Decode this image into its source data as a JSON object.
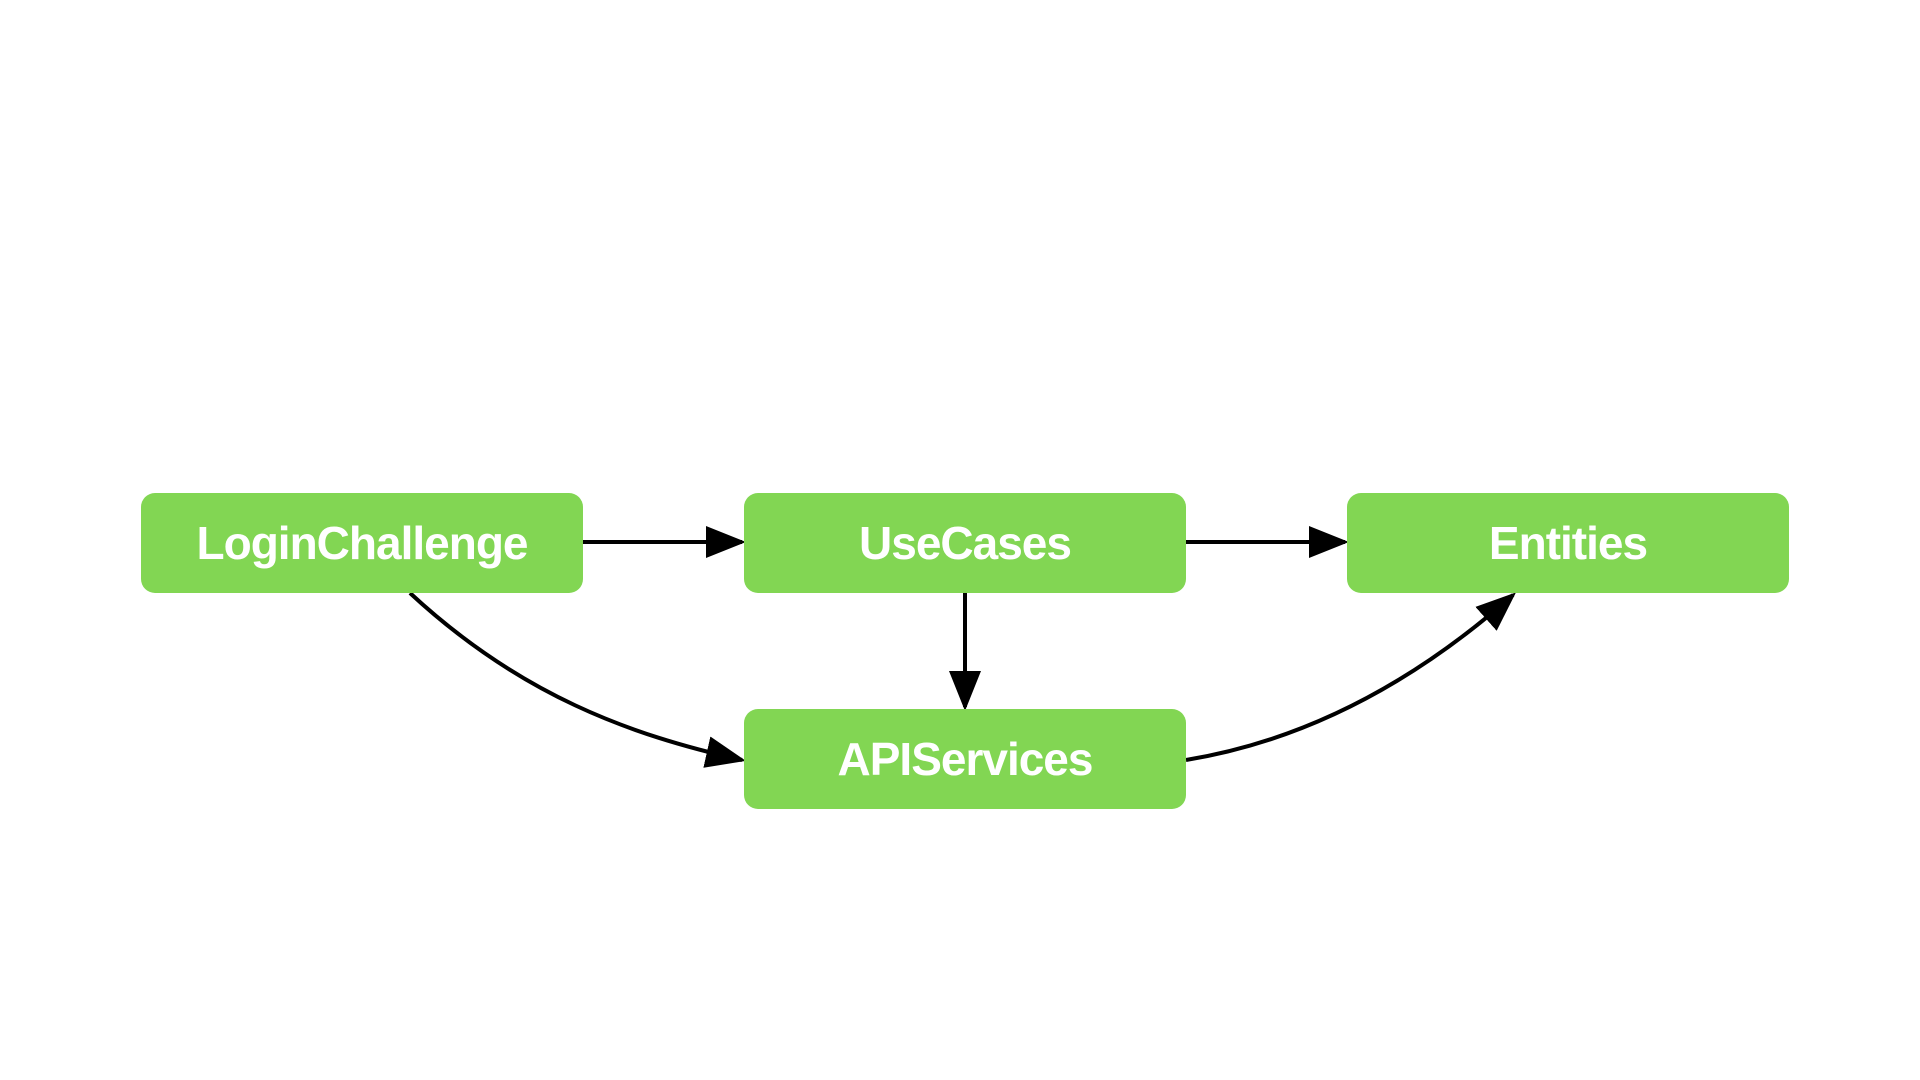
{
  "diagram": {
    "node_color": "#82d653",
    "edge_color": "#000000",
    "nodes": {
      "login_challenge": {
        "label": "LoginChallenge"
      },
      "use_cases": {
        "label": "UseCases"
      },
      "entities": {
        "label": "Entities"
      },
      "api_services": {
        "label": "APIServices"
      }
    },
    "edges": [
      {
        "from": "LoginChallenge",
        "to": "UseCases"
      },
      {
        "from": "UseCases",
        "to": "Entities"
      },
      {
        "from": "UseCases",
        "to": "APIServices"
      },
      {
        "from": "LoginChallenge",
        "to": "APIServices"
      },
      {
        "from": "APIServices",
        "to": "Entities"
      }
    ]
  }
}
